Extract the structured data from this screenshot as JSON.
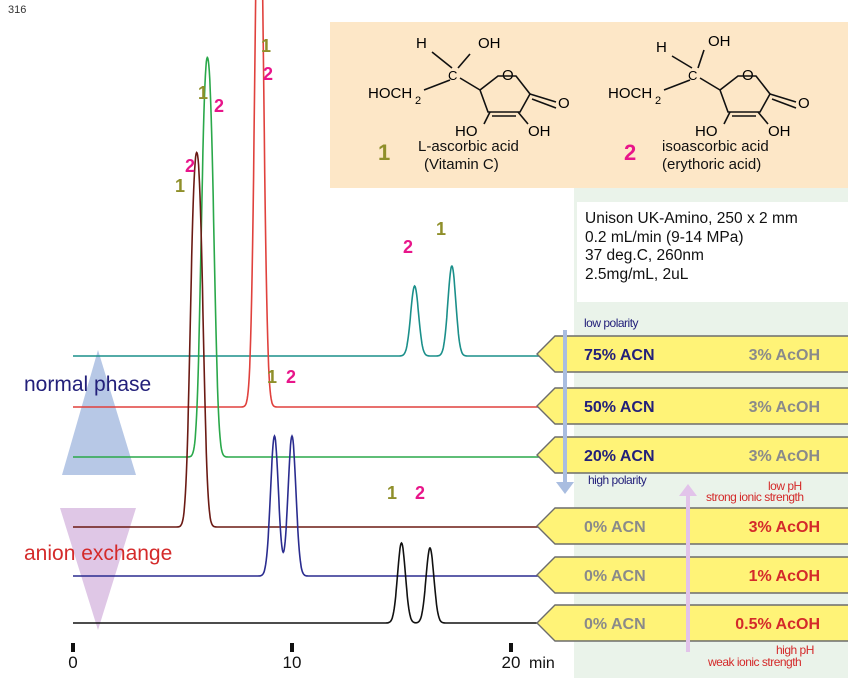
{
  "page_number": "316",
  "structures": {
    "groups": {
      "h": "H",
      "oh": "OH",
      "hoch2": "HOCH",
      "sub2": "2",
      "c": "C",
      "o": "O",
      "ho": "HO"
    },
    "compound1": {
      "number": "1",
      "name": "L-ascorbic acid",
      "alias": "(Vitamin C)"
    },
    "compound2": {
      "number": "2",
      "name": "isoascorbic acid",
      "alias": "(erythoric acid)"
    }
  },
  "conditions": [
    "Unison UK-Amino, 250 x 2 mm",
    "0.2 mL/min (9-14 MPa)",
    "37 deg.C, 260nm",
    "2.5mg/mL, 2uL"
  ],
  "modes": {
    "normal_phase": "normal phase",
    "anion_exchange": "anion exchange"
  },
  "mobile_phases": [
    {
      "acn": "75% ACN",
      "acid": "3% AcOH"
    },
    {
      "acn": "50% ACN",
      "acid": "3% AcOH"
    },
    {
      "acn": "20% ACN",
      "acid": "3% AcOH"
    },
    {
      "acn": "0% ACN",
      "acid": "3% AcOH"
    },
    {
      "acn": "0% ACN",
      "acid": "1% AcOH"
    },
    {
      "acn": "0% ACN",
      "acid": "0.5% AcOH"
    }
  ],
  "polarity": {
    "low": "low polarity",
    "high": "high polarity"
  },
  "ph_strength": {
    "low_ph": "low pH",
    "strong": "strong ionic strength",
    "high_ph": "high pH",
    "weak": "weak ionic strength"
  },
  "colors": {
    "compound1": "#8f8f2a",
    "compound2": "#e8158a",
    "normal_phase": "#23207a",
    "anion_exchange": "#d42a2a",
    "arrow_band": "#fff377",
    "panel_bg": "#eaf3ea",
    "structure_bg": "#fde7c7"
  },
  "chart_data": {
    "type": "line",
    "xlabel": "min",
    "xlim": [
      0,
      20
    ],
    "xticks": [
      0,
      10,
      20
    ],
    "xtick_labels": [
      "0",
      "10",
      "20"
    ],
    "series": [
      {
        "condition": "75% ACN, 3% AcOH",
        "color": "#1a8f8a",
        "peaks": [
          {
            "compound": "2",
            "time": 15.6,
            "height": 1.4
          },
          {
            "compound": "1",
            "time": 17.3,
            "height": 1.8
          }
        ]
      },
      {
        "condition": "50% ACN, 3% AcOH",
        "color": "#e0413d",
        "peaks": [
          {
            "compound": "1",
            "time": 8.55,
            "height": 6.3
          },
          {
            "compound": "2",
            "time": 8.45,
            "height": 6.0
          }
        ]
      },
      {
        "condition": "20% ACN, 3% AcOH",
        "color": "#2aa84a",
        "peaks": [
          {
            "compound": "1",
            "time": 6.0,
            "height": 5.8
          },
          {
            "compound": "2",
            "time": 6.3,
            "height": 5.5
          }
        ]
      },
      {
        "condition": "0% ACN, 3% AcOH",
        "color": "#6b1a14",
        "peaks": [
          {
            "compound": "1",
            "time": 5.5,
            "height": 5.3
          },
          {
            "compound": "2",
            "time": 5.8,
            "height": 5.3
          }
        ]
      },
      {
        "condition": "0% ACN, 1% AcOH",
        "color": "#2a2c8f",
        "peaks": [
          {
            "compound": "1",
            "time": 9.2,
            "height": 2.8
          },
          {
            "compound": "2",
            "time": 10.0,
            "height": 2.8
          }
        ]
      },
      {
        "condition": "0% ACN, 0.5% AcOH",
        "color": "#111111",
        "peaks": [
          {
            "compound": "1",
            "time": 15.0,
            "height": 1.6
          },
          {
            "compound": "2",
            "time": 16.3,
            "height": 1.5
          }
        ]
      }
    ],
    "peak_labels": [
      {
        "series": 0,
        "text": "2",
        "compound": "2"
      },
      {
        "series": 0,
        "text": "1",
        "compound": "1"
      },
      {
        "series": 1,
        "text": "1",
        "compound": "1"
      },
      {
        "series": 1,
        "text": "2",
        "compound": "2"
      },
      {
        "series": 2,
        "text": "1",
        "compound": "1"
      },
      {
        "series": 2,
        "text": "2",
        "compound": "2"
      },
      {
        "series": 3,
        "text": "2",
        "compound": "2"
      },
      {
        "series": 3,
        "text": "1",
        "compound": "1"
      },
      {
        "series": 4,
        "text": "1",
        "compound": "1"
      },
      {
        "series": 4,
        "text": "2",
        "compound": "2"
      },
      {
        "series": 5,
        "text": "1",
        "compound": "1"
      },
      {
        "series": 5,
        "text": "2",
        "compound": "2"
      }
    ]
  }
}
